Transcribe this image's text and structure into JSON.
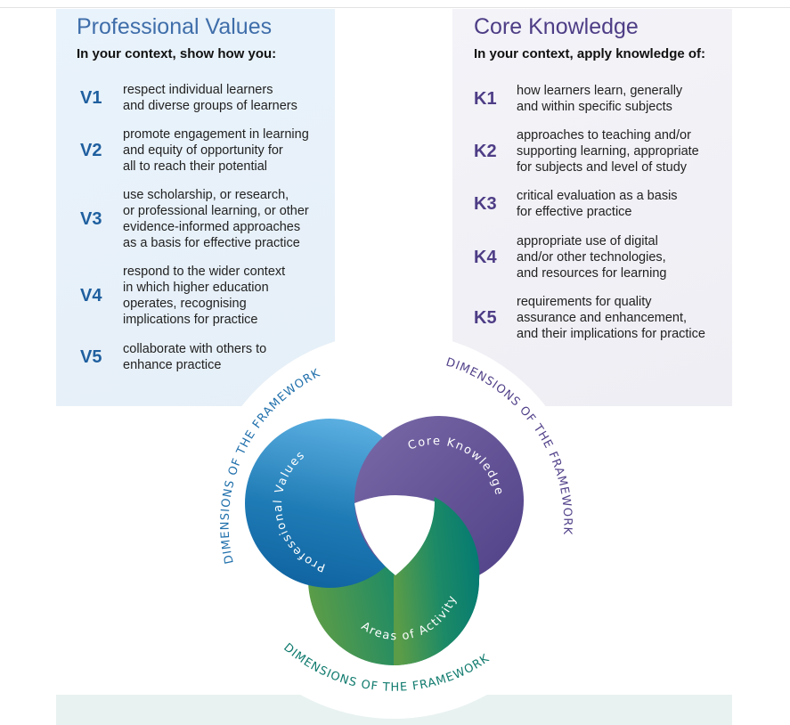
{
  "professional_values": {
    "title": "Professional Values",
    "subtitle": "In your context, show how you:",
    "items": [
      {
        "code": "V1",
        "text": "respect individual learners\nand diverse groups of learners"
      },
      {
        "code": "V2",
        "text": "promote engagement in learning\nand equity of opportunity for\nall to reach their potential"
      },
      {
        "code": "V3",
        "text": "use scholarship, or research,\nor professional learning, or other\nevidence-informed approaches\nas a basis for effective practice"
      },
      {
        "code": "V4",
        "text": "respond to the wider context\nin which higher education\noperates, recognising\nimplications for practice"
      },
      {
        "code": "V5",
        "text": "collaborate with others to\nenhance practice"
      }
    ]
  },
  "core_knowledge": {
    "title": "Core Knowledge",
    "subtitle": "In your context, apply knowledge of:",
    "items": [
      {
        "code": "K1",
        "text": "how learners learn, generally\nand within specific subjects"
      },
      {
        "code": "K2",
        "text": "approaches to teaching and/or\nsupporting learning, appropriate\nfor subjects and level of study"
      },
      {
        "code": "K3",
        "text": "critical evaluation as a basis\nfor effective practice"
      },
      {
        "code": "K4",
        "text": "appropriate use of digital\nand/or other technologies,\nand resources for learning"
      },
      {
        "code": "K5",
        "text": "requirements for quality\nassurance and enhancement,\nand their implications for practice"
      }
    ]
  },
  "diagram": {
    "ring_labels": [
      "Professional Values",
      "Core Knowledge",
      "Areas of Activity"
    ],
    "outer_label": "DIMENSIONS OF THE FRAMEWORK",
    "colors": {
      "values": "#1f6fab",
      "knowledge": "#53428a",
      "activity": "#0f7a6d"
    }
  }
}
